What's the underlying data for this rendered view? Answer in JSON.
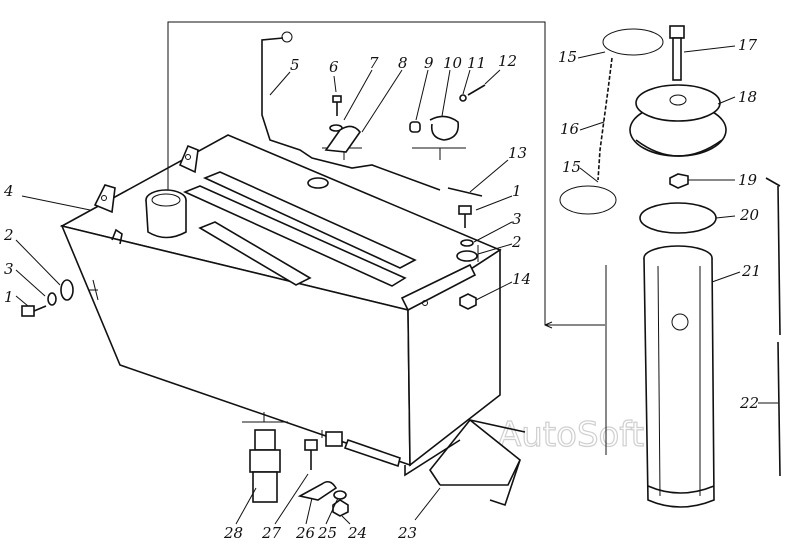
{
  "watermark": "AutoSoft",
  "labels": {
    "l1a": "1",
    "l2a": "2",
    "l3a": "3",
    "l4": "4",
    "l5": "5",
    "l6": "6",
    "l7": "7",
    "l8": "8",
    "l9": "9",
    "l10": "10",
    "l11": "11",
    "l12": "12",
    "l13": "13",
    "l1b": "1",
    "l3b": "3",
    "l2b": "2",
    "l14": "14",
    "l15a": "15",
    "l16": "16",
    "l15b": "15",
    "l17": "17",
    "l18": "18",
    "l19": "19",
    "l20": "20",
    "l21": "21",
    "l22": "22",
    "l23": "23",
    "l24": "24",
    "l25": "25",
    "l26": "26",
    "l27": "27",
    "l28": "28"
  }
}
